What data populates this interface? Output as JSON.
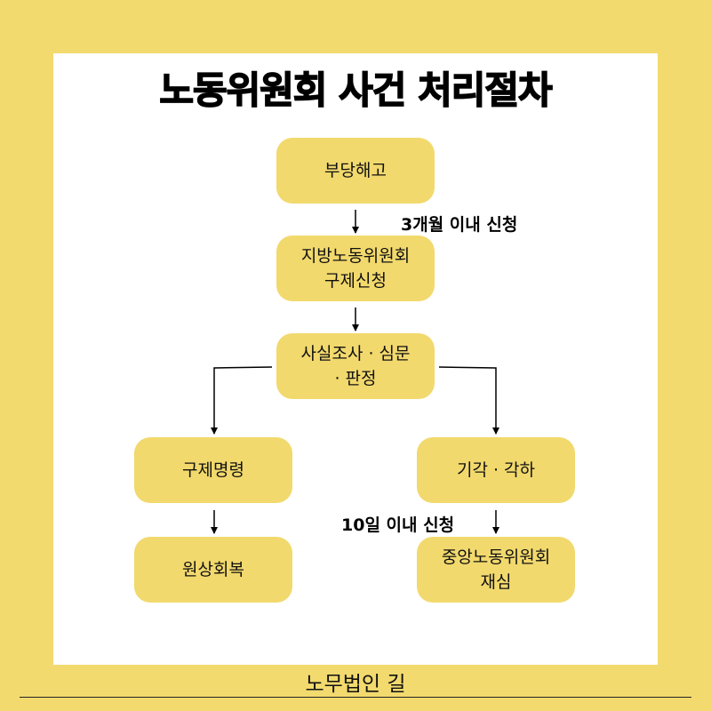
{
  "title": "노동위원회 사건 처리절차",
  "nodes": {
    "dismissal": "부당해고",
    "local_commission": [
      "지방노동위원회",
      "구제신청"
    ],
    "investigation": [
      "사실조사 · 심문",
      "· 판정"
    ],
    "remedy_order": "구제명령",
    "dismiss_reject": "기각 · 각하",
    "reinstatement": "원상회복",
    "central_commission": [
      "중앙노동위원회",
      "재심"
    ]
  },
  "labels": {
    "within_3_months": "3개월 이내 신청",
    "within_10_days": "10일 이내 신청"
  },
  "footer": "노무법인 길",
  "colors": {
    "background": "#f2da6e",
    "card": "#ffffff",
    "node": "#f2d96d"
  }
}
